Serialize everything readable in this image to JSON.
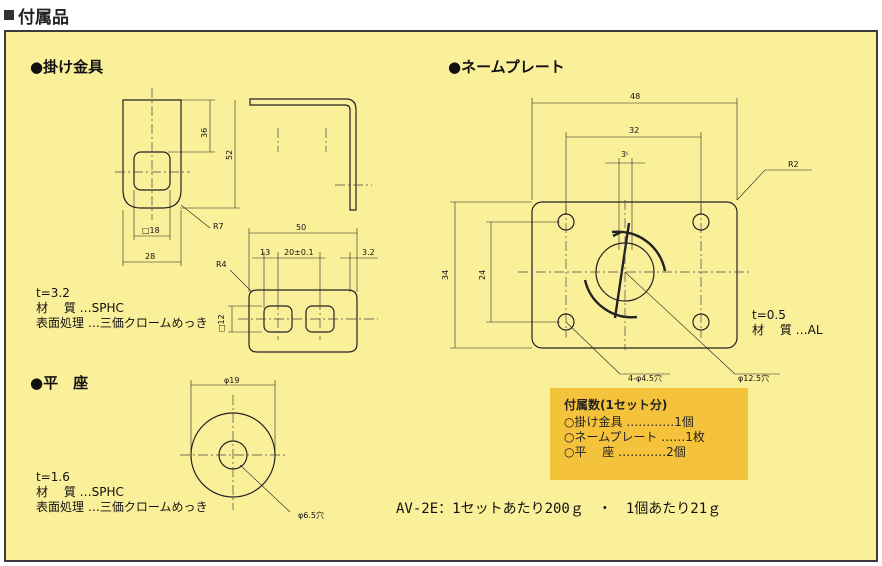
{
  "header": {
    "title": "付属品"
  },
  "bracket": {
    "title": "●掛け金具",
    "dims": {
      "h36": "36",
      "h52": "52",
      "sq18": "□18",
      "w28": "28",
      "r7": "R7",
      "w50": "50",
      "w13": "13",
      "w20": "20±0.1",
      "w32": "3.2",
      "r4": "R4",
      "sq12": "□12"
    },
    "spec": [
      "t=3.2",
      "材　 質 …SPHC",
      "表面処理 …三価クロームめっき"
    ]
  },
  "washer": {
    "title": "●平　座",
    "dims": {
      "d19": "φ19",
      "d65": "φ6.5穴"
    },
    "spec": [
      "t=1.6",
      "材　 質 …SPHC",
      "表面処理 …三価クロームめっき"
    ]
  },
  "nameplate": {
    "title": "●ネームプレート",
    "dims": {
      "w48": "48",
      "w32": "32",
      "w3": "3ᴸ",
      "r2": "R2",
      "h34": "34",
      "h24": "24",
      "holes": "4-φ4.5穴",
      "center": "φ12.5穴"
    },
    "spec": [
      "t=0.5",
      "材　 質 …AL"
    ]
  },
  "accessories": {
    "title": "付属数(1セット分)",
    "rows": [
      "○掛け金具 …………1個",
      "○ネームプレート ……1枚",
      "○平　 座 …………2個"
    ]
  },
  "weight": "AV-2E：1セットあたり200ｇ　・　1個あたり21ｇ"
}
